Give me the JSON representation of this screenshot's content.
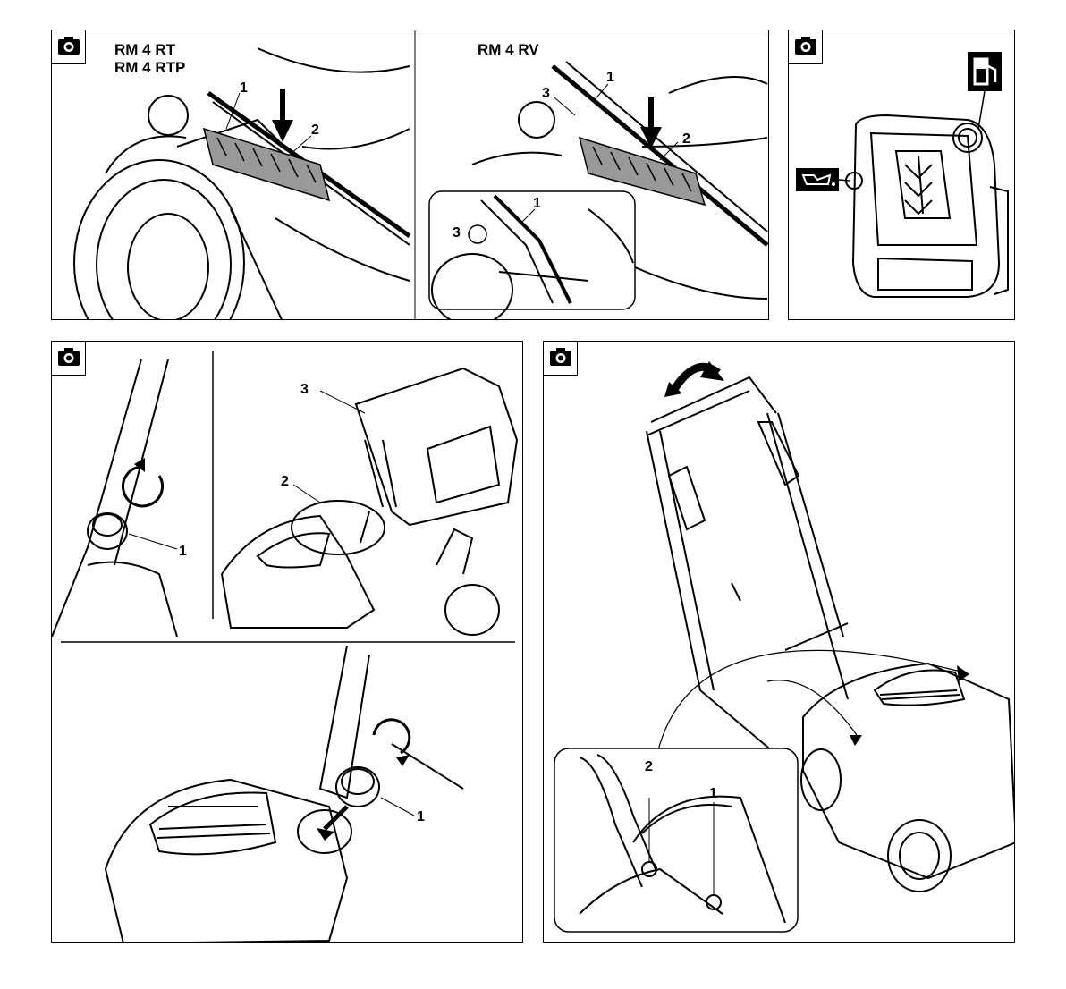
{
  "panel1": {
    "left_models": [
      "RM 4 RT",
      "RM 4 RTP"
    ],
    "right_model": "RM 4 RV",
    "left_callouts": [
      "1",
      "2"
    ],
    "right_callouts": [
      "3",
      "1",
      "2"
    ],
    "inset_callouts": [
      "1",
      "3"
    ]
  },
  "panel2": {
    "icons": [
      "fuel-pump-icon",
      "oil-can-icon"
    ]
  },
  "panel3": {
    "callouts": {
      "cap_top": "1",
      "filler_hose": "2",
      "canister": "3",
      "cap_bottom": "1"
    }
  },
  "panel4": {
    "callouts": {
      "bolt_a": "2",
      "bolt_b": "1"
    }
  },
  "icons": {
    "camera": "camera-icon"
  }
}
